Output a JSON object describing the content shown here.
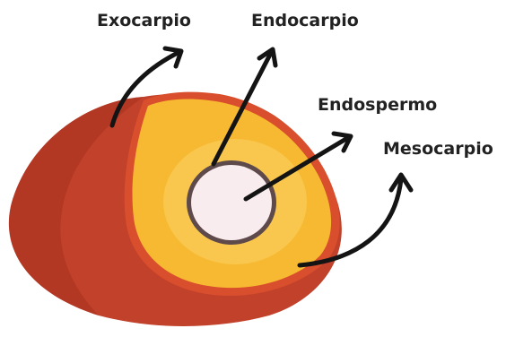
{
  "labels": {
    "exocarpio": "Exocarpio",
    "endocarpio": "Endocarpio",
    "endospermo": "Endospermo",
    "mesocarpio": "Mesocarpio"
  },
  "colors": {
    "exocarp": "#c2412b",
    "exocarp_dark": "#9e2c1f",
    "mesocarp": "#f6b931",
    "mesocarp_light": "#fbd060",
    "endocarp": "#5e4a4a",
    "endosperm": "#f9ecee",
    "arrow": "#141414",
    "text": "#222222"
  }
}
